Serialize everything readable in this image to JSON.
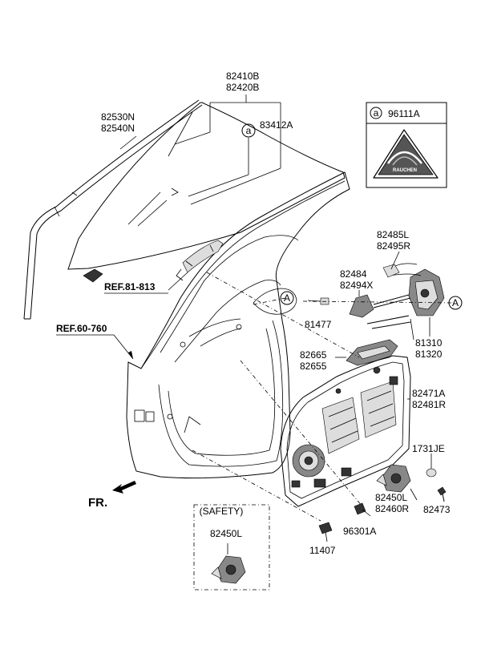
{
  "labels": {
    "glass_rear": "82410B",
    "glass_front": "82420B",
    "run_channel_l": "82530N",
    "run_channel_r": "82540N",
    "clip_a": "83412A",
    "callout_letter": "a",
    "callout_part": "96111A",
    "handle_cable_l": "82485L",
    "handle_cable_r": "82495R",
    "lock_rod_l": "82484",
    "lock_rod_r": "82494X",
    "plug": "81477",
    "latch_rod_l": "81310",
    "latch_rod_r": "81320",
    "inside_handle_l": "82665",
    "inside_handle_r": "82655",
    "module_panel_l": "82471A",
    "module_panel_r": "82481R",
    "grommet": "1731JE",
    "regulator_l": "82450L",
    "regulator_r": "82460R",
    "bolt_a": "82473",
    "bolt_b": "96301A",
    "bolt_c": "11407",
    "safety_title": "(SAFETY)",
    "safety_part": "82450L"
  },
  "refs": {
    "ref_handle": "REF.81-813",
    "ref_door": "REF.60-760"
  },
  "markers": {
    "circle_a": "A"
  },
  "direction": "FR.",
  "seal_text": "RAUCHEN"
}
